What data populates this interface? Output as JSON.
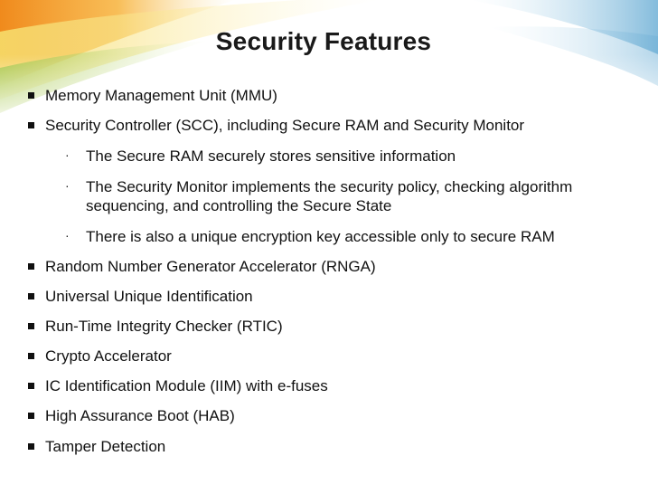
{
  "slide": {
    "title": "Security Features",
    "bullets": [
      "Memory Management Unit (MMU)",
      "Security Controller (SCC), including Secure RAM and Security Monitor",
      "Random Number Generator Accelerator (RNGA)",
      "Universal Unique Identification",
      "Run-Time Integrity Checker (RTIC)",
      "Crypto Accelerator",
      "IC Identification Module (IIM) with e-fuses",
      "High Assurance Boot (HAB)",
      "Tamper Detection"
    ],
    "sub_bullets": [
      "The Secure RAM securely stores sensitive information",
      "The Security Monitor implements the security policy, checking algorithm sequencing, and controlling the Secure State",
      "There is also a unique encryption key accessible only to secure RAM"
    ],
    "sub_marker": "·"
  },
  "colors": {
    "accent_orange": "#f5a623",
    "accent_yellow": "#f7e58a",
    "accent_green": "#a8c94a",
    "accent_blue": "#8fc1dd"
  }
}
